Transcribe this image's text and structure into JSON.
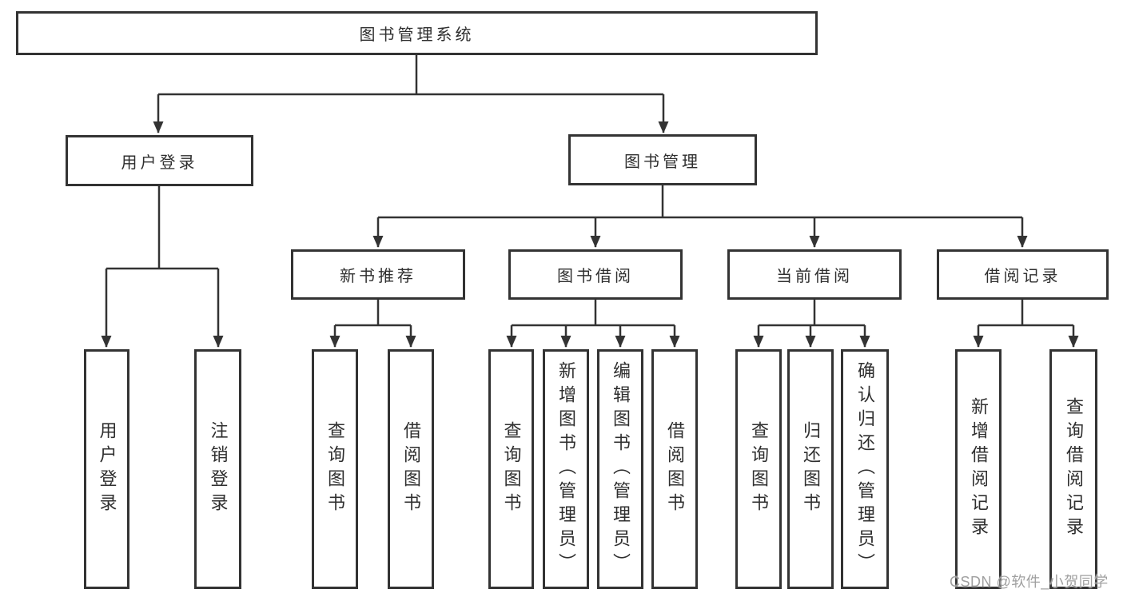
{
  "page": {
    "background": "#ffffff",
    "line_color": "#333333",
    "text_color": "#2f2f2f",
    "watermark_color": "#a0a0a0"
  },
  "tree": {
    "root": {
      "label": "图书管理系统"
    },
    "branches": [
      {
        "label": "用户登录",
        "children": [
          {
            "label": "用户登录"
          },
          {
            "label": "注销登录"
          }
        ]
      },
      {
        "label": "图书管理",
        "groups": [
          {
            "label": "新书推荐",
            "children": [
              {
                "label": "查询图书"
              },
              {
                "label": "借阅图书"
              }
            ]
          },
          {
            "label": "图书借阅",
            "children": [
              {
                "label": "查询图书"
              },
              {
                "label": "新增图书（管理员）"
              },
              {
                "label": "编辑图书（管理员）"
              },
              {
                "label": "借阅图书"
              }
            ]
          },
          {
            "label": "当前借阅",
            "children": [
              {
                "label": "查询图书"
              },
              {
                "label": "归还图书"
              },
              {
                "label": "确认归还（管理员）"
              }
            ]
          },
          {
            "label": "借阅记录",
            "children": [
              {
                "label": "新增借阅记录"
              },
              {
                "label": "查询借阅记录"
              }
            ]
          }
        ]
      }
    ]
  },
  "watermark": {
    "text": "CSDN @软件_小贺同学"
  }
}
